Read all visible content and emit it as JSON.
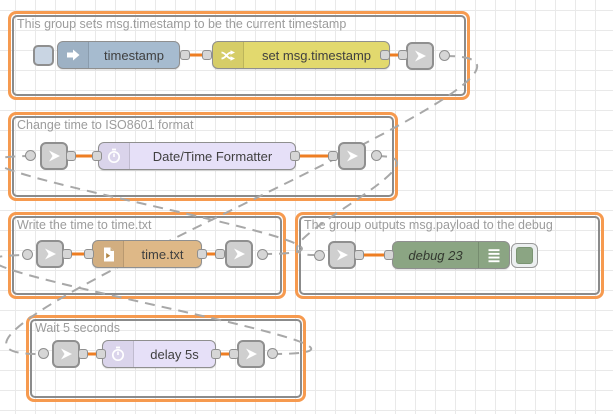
{
  "canvas": {
    "background": "#ffffff",
    "grid_color": "#e9e9e9"
  },
  "palette": {
    "group_border": "#f69a4f",
    "group_inner_border": "#8b8b8b",
    "wire_selected": "#ee7e23",
    "link_wire": "#a8a8a8",
    "inject": "#a6bbcf",
    "change": "#e2d96e",
    "delay": "#e6e0f8",
    "file": "#deb887",
    "debug": "#8ba583",
    "link_node": "#cfcfcf"
  },
  "groups": [
    {
      "title": "This group sets msg.timestamp to be the current timestamp",
      "nodes": [
        {
          "type": "inject",
          "label": "timestamp"
        },
        {
          "type": "change",
          "label": "set msg.timestamp"
        },
        {
          "type": "link-out",
          "label": ""
        }
      ]
    },
    {
      "title": "Change time to ISO8601 format",
      "nodes": [
        {
          "type": "link-in",
          "label": ""
        },
        {
          "type": "datetime-formatter",
          "label": "Date/Time Formatter"
        },
        {
          "type": "link-out",
          "label": ""
        }
      ]
    },
    {
      "title": "Write the time to time.txt",
      "nodes": [
        {
          "type": "link-in",
          "label": ""
        },
        {
          "type": "file",
          "label": "time.txt"
        },
        {
          "type": "link-out",
          "label": ""
        }
      ]
    },
    {
      "title": "The group outputs msg.payload to the debug",
      "nodes": [
        {
          "type": "link-in",
          "label": ""
        },
        {
          "type": "debug",
          "label": "debug 23"
        }
      ]
    },
    {
      "title": "Wait 5 seconds",
      "nodes": [
        {
          "type": "link-in",
          "label": ""
        },
        {
          "type": "delay",
          "label": "delay 5s"
        },
        {
          "type": "link-out",
          "label": ""
        }
      ]
    }
  ],
  "links": [
    {
      "from": "group-1-link-out",
      "to": "group-5-link-in"
    },
    {
      "from": "group-5-link-out",
      "to": "group-3-link-in"
    },
    {
      "from": "group-3-link-out",
      "to": "group-2-link-in"
    },
    {
      "from": "group-2-link-out",
      "to": "group-4-link-in"
    }
  ]
}
